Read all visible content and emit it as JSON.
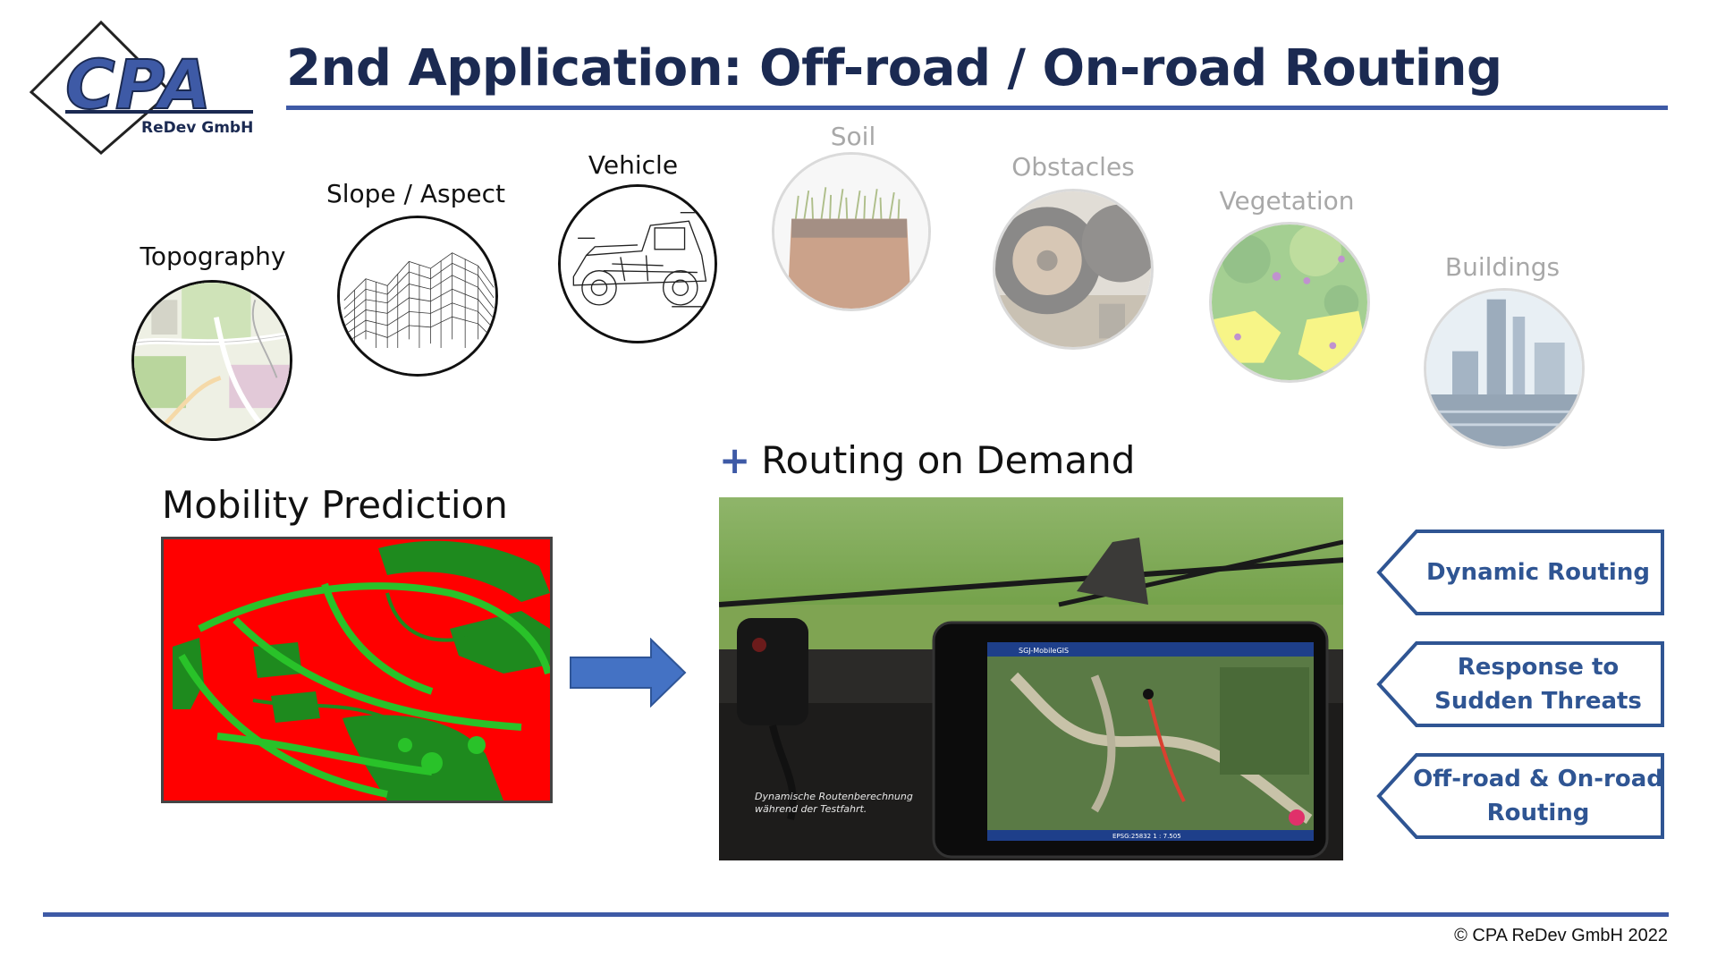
{
  "logo": {
    "brand": "CPA",
    "subtitle": "ReDev GmbH"
  },
  "slide": {
    "title": "2nd Application: Off-road / On-road Routing"
  },
  "factors": [
    {
      "label": "Topography",
      "state": "active",
      "icon": "topographic-map-icon"
    },
    {
      "label": "Slope / Aspect",
      "state": "active",
      "icon": "wireframe-terrain-icon"
    },
    {
      "label": "Vehicle",
      "state": "active",
      "icon": "vehicle-drawing-icon"
    },
    {
      "label": "Soil",
      "state": "faded",
      "icon": "soil-profile-icon"
    },
    {
      "label": "Obstacles",
      "state": "faded",
      "icon": "wheel-obstacle-icon"
    },
    {
      "label": "Vegetation",
      "state": "faded",
      "icon": "vegetation-map-icon"
    },
    {
      "label": "Buildings",
      "state": "faded",
      "icon": "industrial-buildings-icon"
    }
  ],
  "mobility": {
    "title": "Mobility Prediction"
  },
  "routing": {
    "plus": "+",
    "title": "Routing on Demand",
    "photo_caption_line1": "Dynamische Routenberechnung",
    "photo_caption_line2": "während der Testfahrt.",
    "tablet_app": "SGJ-MobileGIS",
    "tablet_status": "EPSG:25832   1 : 7.505"
  },
  "features": [
    {
      "lines": [
        "Dynamic Routing"
      ]
    },
    {
      "lines": [
        "Response to",
        "Sudden Threats"
      ]
    },
    {
      "lines": [
        "Off-road & On-road",
        "Routing"
      ]
    }
  ],
  "footer": {
    "copyright": "© CPA ReDev GmbH 2022"
  },
  "colors": {
    "accent_blue": "#3e5aa6",
    "feature_text": "#2f5593",
    "no_go": "#ff0000",
    "go_dark": "#1e8a1e",
    "go_light": "#29c229"
  }
}
